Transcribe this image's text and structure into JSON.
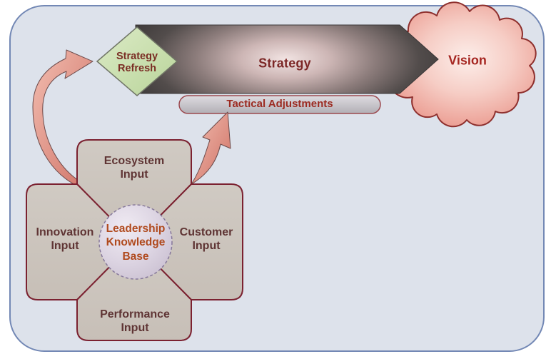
{
  "diagram": {
    "strategy_refresh": {
      "label": "Strategy\nRefresh"
    },
    "strategy_arrow": {
      "label": "Strategy"
    },
    "vision_cloud": {
      "label": "Vision"
    },
    "tactical_adjustments": {
      "label": "Tactical Adjustments"
    },
    "knowledge_base": {
      "label": "Leadership\nKnowledge\nBase"
    },
    "inputs": {
      "ecosystem": {
        "label": "Ecosystem\nInput"
      },
      "innovation": {
        "label": "Innovation\nInput"
      },
      "customer": {
        "label": "Customer\nInput"
      },
      "performance": {
        "label": "Performance\nInput"
      }
    },
    "colors": {
      "frame_fill": "#dde2eb",
      "frame_border": "#7388b5",
      "petal_fill": "#cbc4bc",
      "petal_border": "#7b2130",
      "diamond_fill": "#cde2b2",
      "cloud_fill": "#f2b9af",
      "cloud_border": "#8e2f2d",
      "bar_dark": "#3a3737",
      "bar_glow": "#f2e4e3",
      "arrow_salmon": "#df8b7e",
      "circle_fill": "#d8d0de",
      "label_maroon": "#5f3434",
      "label_red": "#a52520",
      "label_rust": "#b04a1e"
    }
  }
}
